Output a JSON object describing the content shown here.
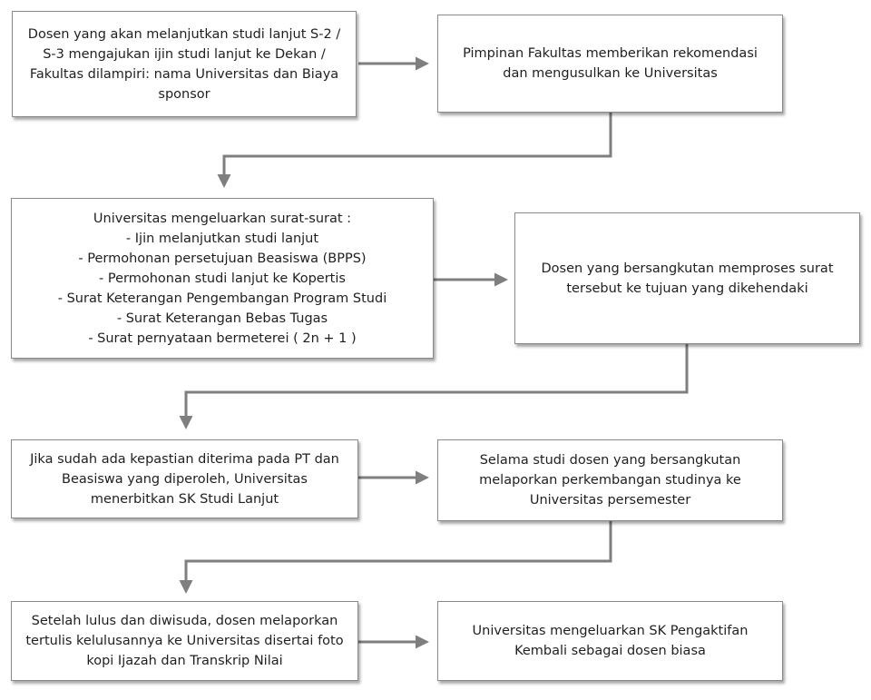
{
  "flowchart": {
    "colors": {
      "arrow": "#7f7f7f",
      "box_border": "#8a8a8a",
      "text": "#1f1f1f"
    },
    "steps": [
      {
        "id": "step-1",
        "lines": [
          "Dosen yang akan melanjutkan studi lanjut S-2 /",
          "S-3 mengajukan ijin studi lanjut ke Dekan /",
          "Fakultas dilampiri: nama Universitas dan Biaya",
          "sponsor"
        ]
      },
      {
        "id": "step-2",
        "lines": [
          "Pimpinan Fakultas memberikan rekomendasi",
          "dan mengusulkan ke Universitas"
        ]
      },
      {
        "id": "step-3",
        "lines": [
          "Universitas mengeluarkan surat-surat :",
          "- Ijin melanjutkan studi lanjut",
          "- Permohonan persetujuan Beasiswa (BPPS)",
          "- Permohonan studi lanjut ke Kopertis",
          "- Surat Keterangan Pengembangan Program Studi",
          "- Surat Keterangan Bebas Tugas",
          "- Surat pernyataan bermeterei ( 2n + 1 )"
        ]
      },
      {
        "id": "step-4",
        "lines": [
          "Dosen yang bersangkutan memproses surat",
          "tersebut  ke tujuan yang dikehendaki"
        ]
      },
      {
        "id": "step-5",
        "lines": [
          "Jika sudah ada kepastian diterima pada PT dan",
          "Beasiswa yang diperoleh, Universitas",
          "menerbitkan  SK Studi Lanjut"
        ]
      },
      {
        "id": "step-6",
        "lines": [
          "Selama studi dosen yang bersangkutan",
          "melaporkan  perkembangan studinya ke",
          "Universitas persemester"
        ]
      },
      {
        "id": "step-7",
        "lines": [
          "Setelah lulus dan diwisuda, dosen melaporkan",
          "tertulis kelulusannya ke Universitas disertai foto",
          "kopi  Ijazah dan Transkrip Nilai"
        ]
      },
      {
        "id": "step-8",
        "lines": [
          "Universitas mengeluarkan SK Pengaktifan",
          "Kembali sebagai dosen biasa"
        ]
      }
    ]
  }
}
